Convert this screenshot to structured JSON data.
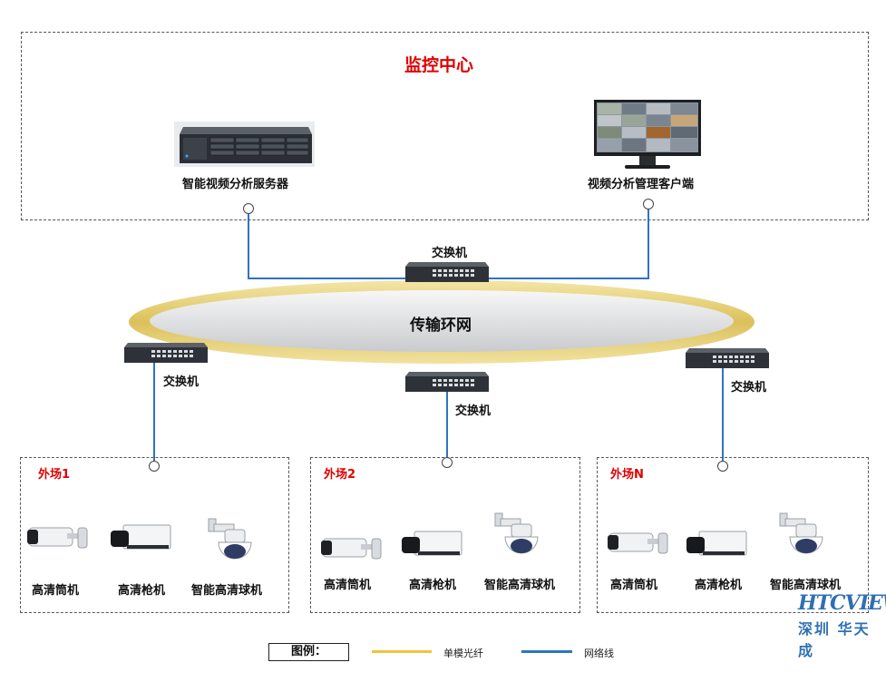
{
  "control_center": {
    "title": "监控中心",
    "server_label": "智能视频分析服务器",
    "client_label": "视频分析管理客户端"
  },
  "network": {
    "ring_label": "传输环网",
    "switch_label": "交换机"
  },
  "sites": [
    {
      "title": "外场1",
      "cam1": "高清筒机",
      "cam2": "高清枪机",
      "cam3": "智能高清球机"
    },
    {
      "title": "外场2",
      "cam1": "高清筒机",
      "cam2": "高清枪机",
      "cam3": "智能高清球机"
    },
    {
      "title": "外场N",
      "cam1": "高清筒机",
      "cam2": "高清枪机",
      "cam3": "智能高清球机"
    }
  ],
  "legend": {
    "title": "图例：",
    "fiber": "单模光纤",
    "network_cable": "网络线",
    "fiber_color": "#f0c43a",
    "cable_color": "#2f74c0"
  },
  "logo": {
    "brand": "HTCVIEW",
    "sub": "深圳 华天成"
  },
  "colors": {
    "accent_red": "#e00000",
    "line_blue": "#2f74c0",
    "ring_gold": "#e2c75a"
  }
}
